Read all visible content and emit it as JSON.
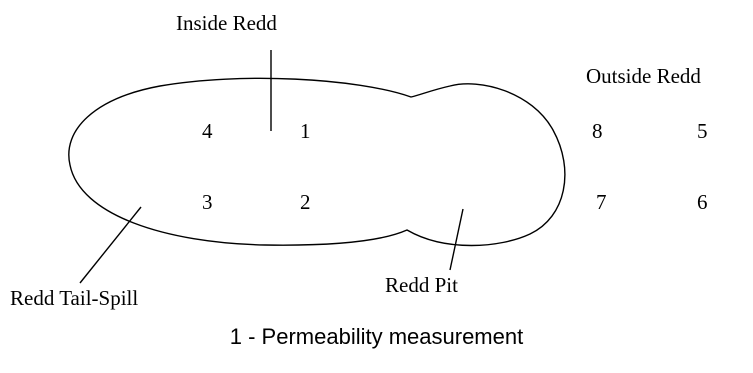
{
  "labels": {
    "inside_redd": "Inside Redd",
    "outside_redd": "Outside Redd",
    "redd_tail_spill": "Redd Tail-Spill",
    "redd_pit": "Redd Pit"
  },
  "points": {
    "p1": "1",
    "p2": "2",
    "p3": "3",
    "p4": "4",
    "p5": "5",
    "p6": "6",
    "p7": "7",
    "p8": "8"
  },
  "caption": "1 - Permeability measurement",
  "colors": {
    "ink": "#000000",
    "background": "#ffffff"
  }
}
